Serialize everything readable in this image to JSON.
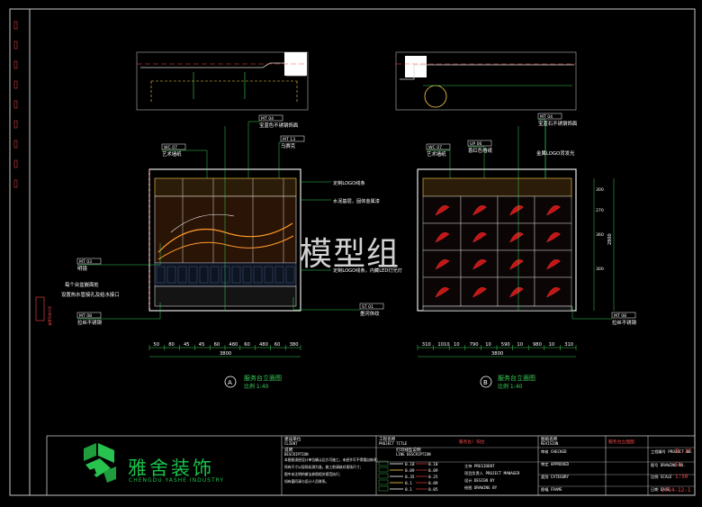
{
  "watermark": "模型组",
  "company": {
    "name_cn": "雅舍装饰",
    "name_en": "CHENGDU YASHE INDUSTRY"
  },
  "left_elevation": {
    "title": "服务台立面图",
    "scale": "比例 1:40",
    "index": "A",
    "tags": [
      {
        "code": "MT 04",
        "text": "宝蓝色不锈钢饰面"
      },
      {
        "code": "MT 13",
        "text": "马赛克"
      },
      {
        "code": "WC 07",
        "text": "艺术墙纸"
      },
      {
        "code": "MT 03",
        "text": "明镜"
      },
      {
        "code": "MT 08",
        "text": "拉丝不锈钢"
      },
      {
        "code": "ST 01",
        "text": "墨河休纹"
      }
    ],
    "callouts": [
      "定制LOGO线条",
      "水泥基层，固体金属漆",
      "定制LOGO线条，内藏LED灯光灯",
      "每个台盆嵌面处",
      "设置热水管接孔及给水接口"
    ],
    "dimensions": [
      "50",
      "80",
      "45",
      "45",
      "60",
      "480",
      "60",
      "480",
      "60",
      "380"
    ],
    "total": "3800"
  },
  "right_elevation": {
    "title": "服务台立面图",
    "scale": "比例 1:40",
    "index": "B",
    "tags": [
      {
        "code": "MT 04",
        "text": "宝蓝石不锈钢饰面"
      },
      {
        "code": "WC 07",
        "text": "艺术墙纸"
      },
      {
        "code": "UP 06",
        "text": "喜红色墙纸"
      },
      {
        "code": "金属LOGO",
        "text": "金属LOGO背发光"
      },
      {
        "code": "MT 08",
        "text": "拉丝不锈钢"
      }
    ],
    "dimensions": [
      "310",
      "1010",
      "10",
      "790",
      "10",
      "590",
      "10",
      "980",
      "10",
      "310"
    ],
    "total": "3800",
    "side_dims": [
      "2800",
      "300",
      "270",
      "360",
      "300"
    ]
  },
  "title_block": {
    "client_label": "建设单位",
    "client_en": "CLIENT",
    "project_label": "工程名称",
    "project_en": "PROJECT TITLE",
    "drawing_label": "图纸名称",
    "drawing_en": "REVISION",
    "desc_label": "说明",
    "desc_en": "DESCRIPTION",
    "line_label": "打印线型说明",
    "line_en": "LINE DESCRIPTION",
    "drawing_name": "服务台立面图",
    "project_name": "服务台/ 阳台",
    "roles": [
      "主持 PRESIDENT",
      "项目负责人 PROJECT MANAGER",
      "设计 DESIGN BY",
      "绘图 DRAWING BY"
    ],
    "rev": [
      "审核 CHECKED",
      "审定 APPROVED",
      "类别 CATEGORY",
      "图幅 FRAME"
    ],
    "proj_no_label": "工程编号 PROJECT NO.",
    "proj_no": "EL-27",
    "dwg_no_label": "图号 DRAWING NO.",
    "dwg_no": "61",
    "scale_label": "比例 SCALE",
    "scale": "1:50",
    "date_label": "日期 DATE",
    "date": "2014-12-1",
    "line_rows": [
      {
        "w": "0.18",
        "c": "0.18"
      },
      {
        "w": "0.09",
        "c": "0.09"
      },
      {
        "w": "0.35",
        "c": "0.25"
      },
      {
        "w": "0.1",
        "c": "0.09"
      },
      {
        "w": "0.1",
        "c": "0.05"
      }
    ],
    "notes": [
      "本图纸须经设计单位确认后方可施工，未经许可不得擅自修改；",
      "所有尺寸以现场实测为准，施工前请核对现场尺寸；",
      "图中未注明的做法参照相关规范执行；",
      "如有疑问请与设计人员联系。"
    ]
  },
  "side_stamp": "设计单位盖章"
}
